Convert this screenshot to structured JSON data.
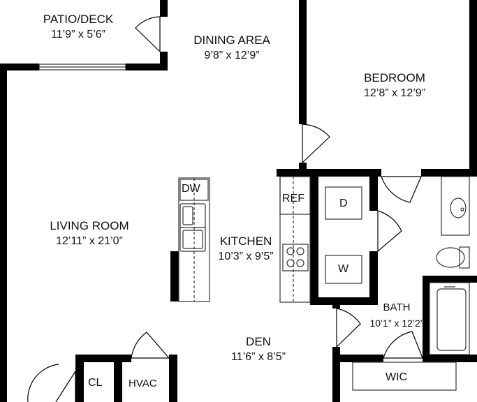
{
  "plan": {
    "wall_color": "#000000",
    "fixture_color": "#333333",
    "background": "#ffffff"
  },
  "rooms": {
    "patio": {
      "name": "PATIO/DECK",
      "dims": "11’9” x 5’6”"
    },
    "dining": {
      "name": "DINING AREA",
      "dims": "9’8” x 12’9”"
    },
    "bedroom": {
      "name": "BEDROOM",
      "dims": "12’8” x 12’9”"
    },
    "living": {
      "name": "LIVING ROOM",
      "dims": "12’11” x 21’0”"
    },
    "kitchen": {
      "name": "KITCHEN",
      "dims": "10’3” x 9’5”"
    },
    "bath": {
      "name": "BATH",
      "dims": "10’1” x 12’2”"
    },
    "den": {
      "name": "DEN",
      "dims": "11’6” x 8’5”"
    }
  },
  "tags": {
    "dw": "DW",
    "ref": "REF",
    "dryer": "D",
    "washer": "W",
    "wic": "WIC",
    "closet": "CL",
    "hvac": "HVAC"
  }
}
